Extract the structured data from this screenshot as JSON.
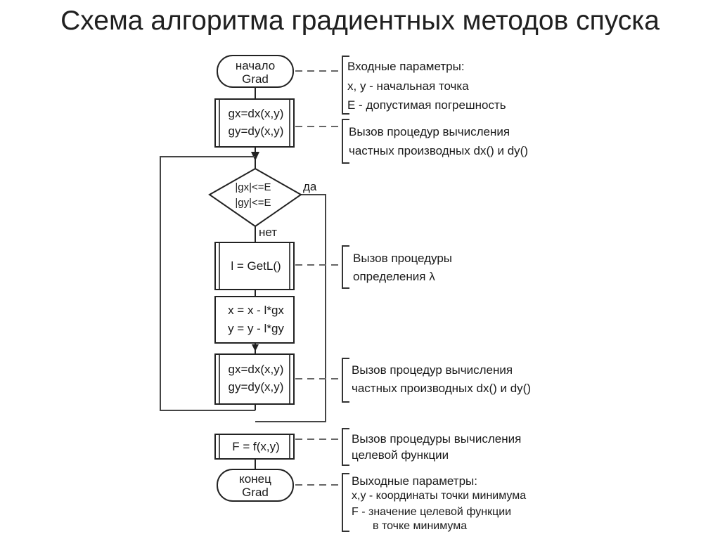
{
  "title": "Схема алгоритма градиентных методов спуска",
  "nodes": {
    "start": [
      "начало",
      "Grad"
    ],
    "grad1": [
      "gx=dx(x,y)",
      "gy=dy(x,y)"
    ],
    "decision": [
      "|gx|<=E",
      "|gy|<=E"
    ],
    "getl": "l = GetL()",
    "update": [
      "x = x - l*gx",
      "y = y - l*gy"
    ],
    "grad2": [
      "gx=dx(x,y)",
      "gy=dy(x,y)"
    ],
    "func": "F = f(x,y)",
    "end": [
      "конец",
      "Grad"
    ]
  },
  "labels": {
    "yes": "да",
    "no": "нет"
  },
  "notes": {
    "input": [
      "Входные параметры:",
      "x, y - начальная точка",
      "E - допустимая погрешность"
    ],
    "grad1": [
      "Вызов процедур вычисления",
      "частных производных dx() и dy()"
    ],
    "getl": [
      "Вызов процедуры",
      "определения λ"
    ],
    "grad2": [
      "Вызов процедур вычисления",
      "частных производных dx() и dy()"
    ],
    "func": [
      "Вызов процедуры вычисления",
      "целевой функции"
    ],
    "output": [
      "Выходные параметры:",
      "x,y - координаты точки минимума",
      "F - значение целевой функции",
      "в точке минимума"
    ]
  }
}
